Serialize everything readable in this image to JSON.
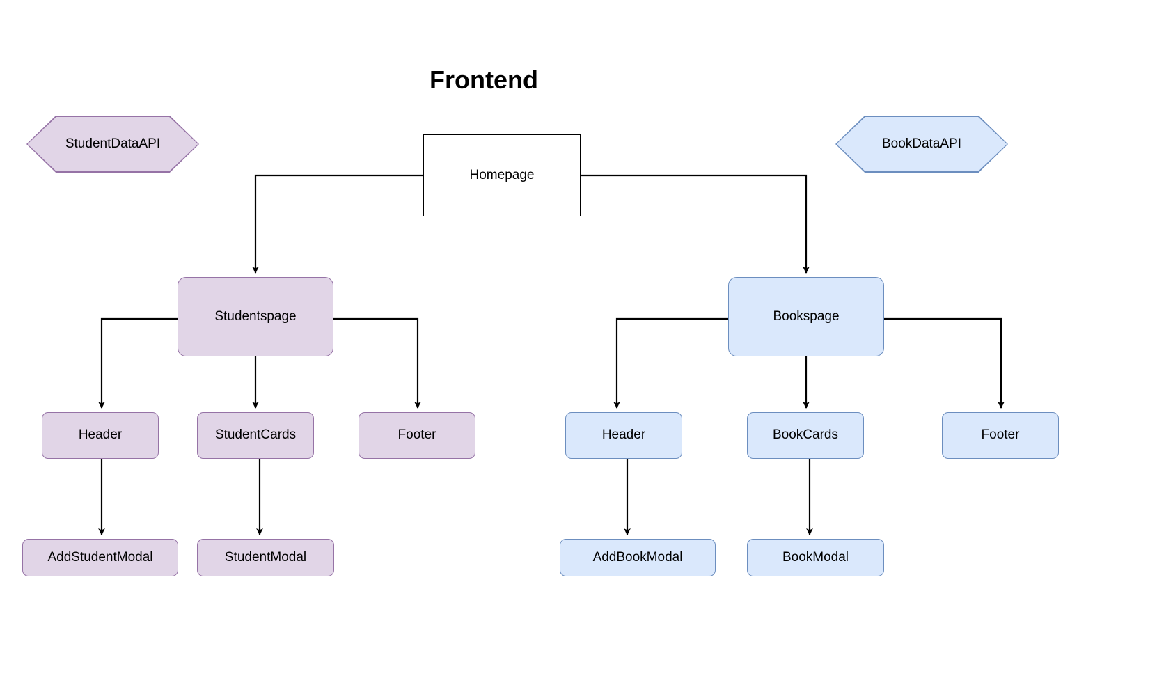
{
  "diagram": {
    "title": "Frontend",
    "type": "component-hierarchy-flowchart",
    "background": "#ffffff",
    "edge_color": "#000000",
    "themes": {
      "purple_fill": "#e1d5e7",
      "purple_stroke": "#9673a6",
      "blue_fill": "#dae8fc",
      "blue_stroke": "#6c8ebf",
      "plain_fill": "#ffffff",
      "plain_stroke": "#000000"
    }
  },
  "nodes": {
    "student_data_api": {
      "label": "StudentDataAPI",
      "shape": "hexagon",
      "theme": "purple"
    },
    "book_data_api": {
      "label": "BookDataAPI",
      "shape": "hexagon",
      "theme": "blue"
    },
    "homepage": {
      "label": "Homepage",
      "shape": "rectangle",
      "theme": "plain"
    },
    "studentspage": {
      "label": "Studentspage",
      "shape": "rounded-rectangle",
      "theme": "purple"
    },
    "bookspage": {
      "label": "Bookspage",
      "shape": "rounded-rectangle",
      "theme": "blue"
    },
    "student_header": {
      "label": "Header",
      "shape": "rounded-rectangle",
      "theme": "purple"
    },
    "student_cards": {
      "label": "StudentCards",
      "shape": "rounded-rectangle",
      "theme": "purple"
    },
    "student_footer": {
      "label": "Footer",
      "shape": "rounded-rectangle",
      "theme": "purple"
    },
    "book_header": {
      "label": "Header",
      "shape": "rounded-rectangle",
      "theme": "blue"
    },
    "book_cards": {
      "label": "BookCards",
      "shape": "rounded-rectangle",
      "theme": "blue"
    },
    "book_footer": {
      "label": "Footer",
      "shape": "rounded-rectangle",
      "theme": "blue"
    },
    "add_student_modal": {
      "label": "AddStudentModal",
      "shape": "rounded-rectangle",
      "theme": "purple"
    },
    "student_modal": {
      "label": "StudentModal",
      "shape": "rounded-rectangle",
      "theme": "purple"
    },
    "add_book_modal": {
      "label": "AddBookModal",
      "shape": "rounded-rectangle",
      "theme": "blue"
    },
    "book_modal": {
      "label": "BookModal",
      "shape": "rounded-rectangle",
      "theme": "blue"
    }
  },
  "edges": [
    {
      "from": "homepage",
      "to": "studentspage",
      "style": "orthogonal",
      "arrow": true
    },
    {
      "from": "homepage",
      "to": "bookspage",
      "style": "orthogonal",
      "arrow": true
    },
    {
      "from": "studentspage",
      "to": "student_header",
      "style": "orthogonal",
      "arrow": true
    },
    {
      "from": "studentspage",
      "to": "student_cards",
      "style": "orthogonal",
      "arrow": true
    },
    {
      "from": "studentspage",
      "to": "student_footer",
      "style": "orthogonal",
      "arrow": true
    },
    {
      "from": "bookspage",
      "to": "book_header",
      "style": "orthogonal",
      "arrow": true
    },
    {
      "from": "bookspage",
      "to": "book_cards",
      "style": "orthogonal",
      "arrow": true
    },
    {
      "from": "bookspage",
      "to": "book_footer",
      "style": "orthogonal",
      "arrow": true
    },
    {
      "from": "student_header",
      "to": "add_student_modal",
      "style": "straight",
      "arrow": true
    },
    {
      "from": "student_cards",
      "to": "student_modal",
      "style": "straight",
      "arrow": true
    },
    {
      "from": "book_header",
      "to": "add_book_modal",
      "style": "straight",
      "arrow": true
    },
    {
      "from": "book_cards",
      "to": "book_modal",
      "style": "straight",
      "arrow": true
    }
  ]
}
